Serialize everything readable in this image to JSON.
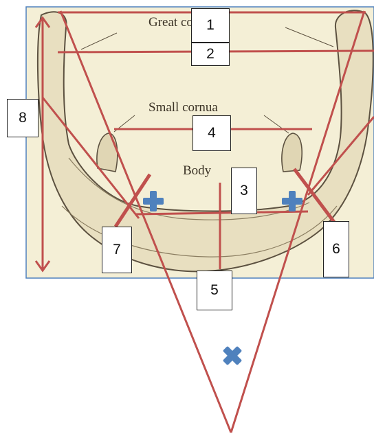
{
  "labels": {
    "great_cornua": "Great cornua",
    "small_cornua": "Small cornua",
    "body": "Body"
  },
  "boxes": [
    "1",
    "2",
    "3",
    "4",
    "5",
    "6",
    "7",
    "8"
  ],
  "colors": {
    "line": "#c0504d",
    "marker": "#4f81bd",
    "image_border": "#4f81bd",
    "image_bg": "#f4efd6"
  },
  "markers": {
    "plus": "plus-marker-icon",
    "cross": "x-marker-icon"
  }
}
